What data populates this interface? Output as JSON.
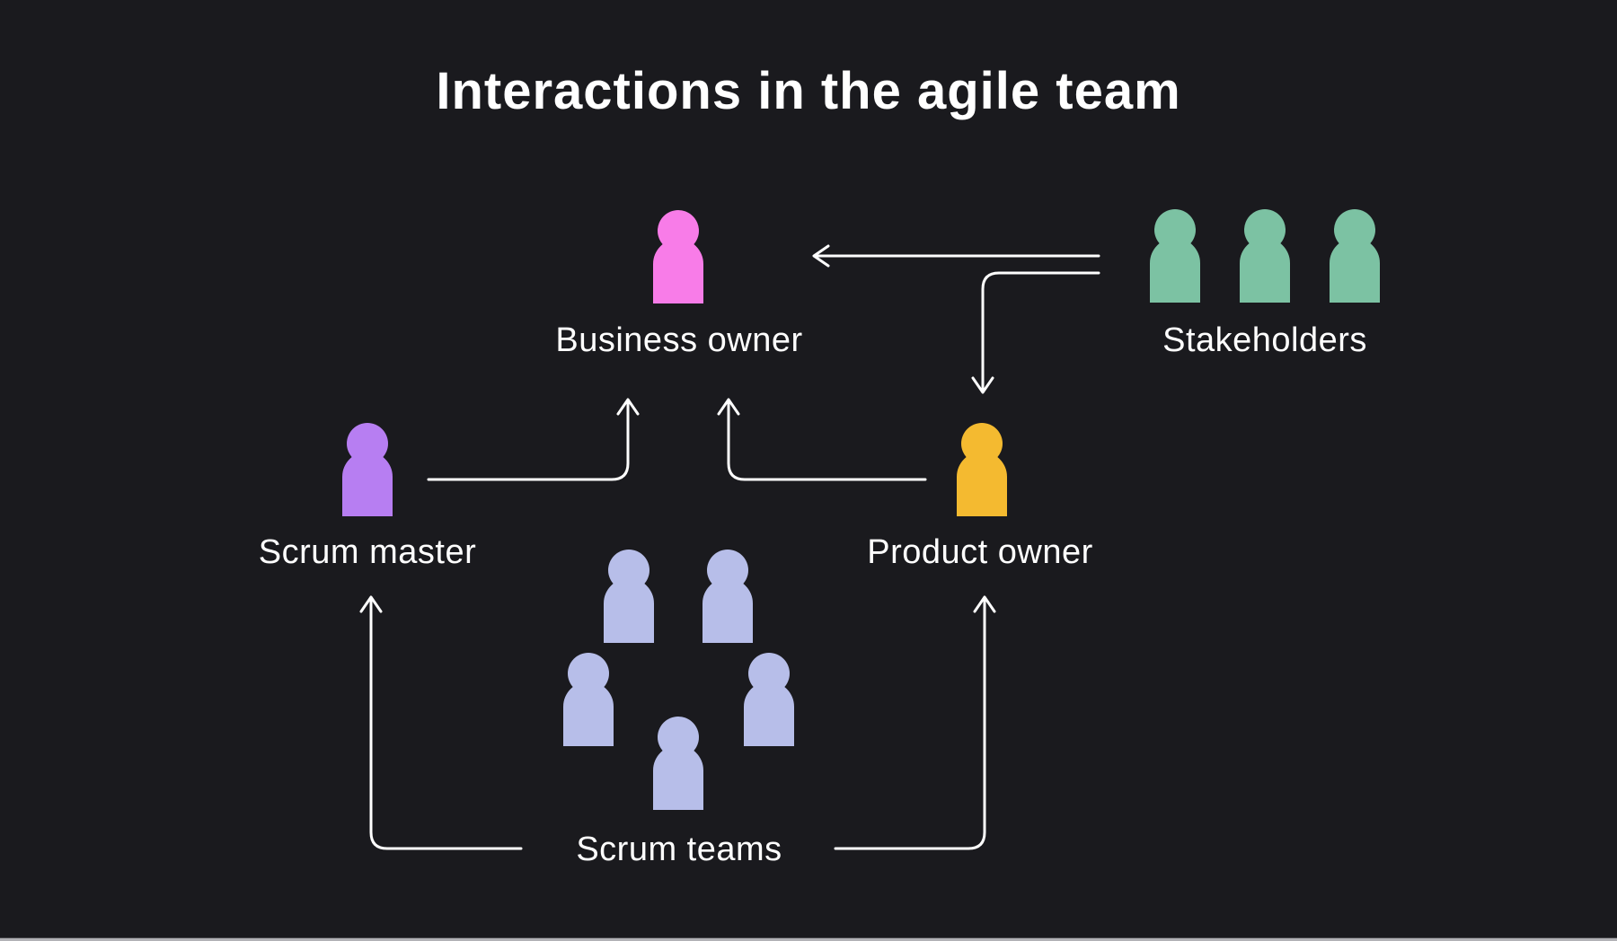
{
  "title": "Interactions in the agile team",
  "colors": {
    "background": "#1A1A1E",
    "text": "#FFFFFF",
    "line": "#FFFFFF",
    "business_owner": "#F87CE8",
    "stakeholders": "#7CC2A3",
    "scrum_master": "#B77EF2",
    "product_owner": "#F4BA30",
    "scrum_teams": "#B7BEE9"
  },
  "nodes": {
    "business_owner": {
      "label": "Business owner",
      "color": "#F87CE8",
      "people_count": 1
    },
    "stakeholders": {
      "label": "Stakeholders",
      "color": "#7CC2A3",
      "people_count": 3
    },
    "scrum_master": {
      "label": "Scrum master",
      "color": "#B77EF2",
      "people_count": 1
    },
    "product_owner": {
      "label": "Product owner",
      "color": "#F4BA30",
      "people_count": 1
    },
    "scrum_teams": {
      "label": "Scrum teams",
      "color": "#B7BEE9",
      "people_count": 5
    }
  },
  "edges": [
    {
      "from": "Stakeholders",
      "to": "Business owner"
    },
    {
      "from": "Stakeholders",
      "to": "Product owner"
    },
    {
      "from": "Scrum master",
      "to": "Business owner"
    },
    {
      "from": "Product owner",
      "to": "Business owner"
    },
    {
      "from": "Scrum teams",
      "to": "Scrum master"
    },
    {
      "from": "Scrum teams",
      "to": "Product owner"
    }
  ]
}
